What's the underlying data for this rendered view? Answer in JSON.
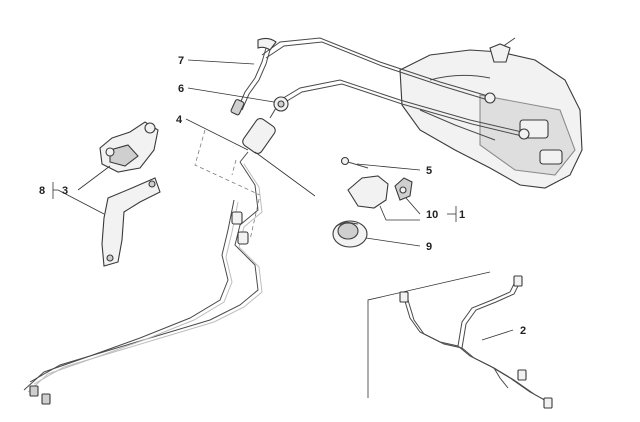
{
  "callouts": {
    "c1": "1",
    "c2": "2",
    "c3": "3",
    "c4": "4",
    "c5": "5",
    "c6": "6",
    "c7": "7",
    "c8": "8",
    "c9": "9",
    "c10": "10"
  },
  "colors": {
    "line": "#333333",
    "part_fill": "#f2f2f2",
    "background": "#ffffff"
  }
}
